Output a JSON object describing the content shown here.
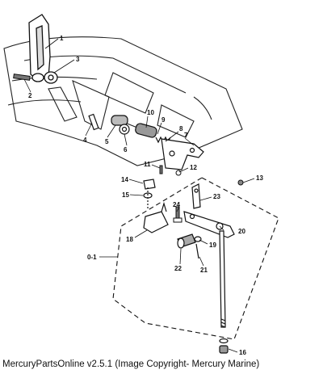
{
  "caption": "MercuryPartsOnline v2.5.1 (Image Copyright- Mercury Marine)",
  "callouts": [
    "1",
    "2",
    "3",
    "4",
    "5",
    "6",
    "7",
    "8",
    "9",
    "10",
    "11",
    "12",
    "13",
    "14",
    "15",
    "16",
    "18",
    "19",
    "20",
    "21",
    "22",
    "23",
    "24"
  ],
  "assembly_label": "0-1"
}
